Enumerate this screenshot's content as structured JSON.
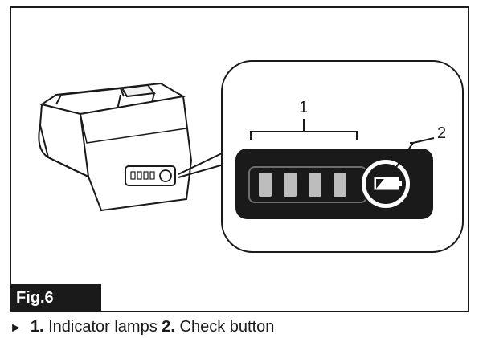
{
  "figure": {
    "label": "Fig.6",
    "callouts": [
      "1",
      "2"
    ],
    "caption": {
      "arrow": "►",
      "item1_num": "1.",
      "item1_text": "Indicator lamps",
      "item2_num": "2.",
      "item2_text": "Check button"
    },
    "lamp_count": 4
  }
}
